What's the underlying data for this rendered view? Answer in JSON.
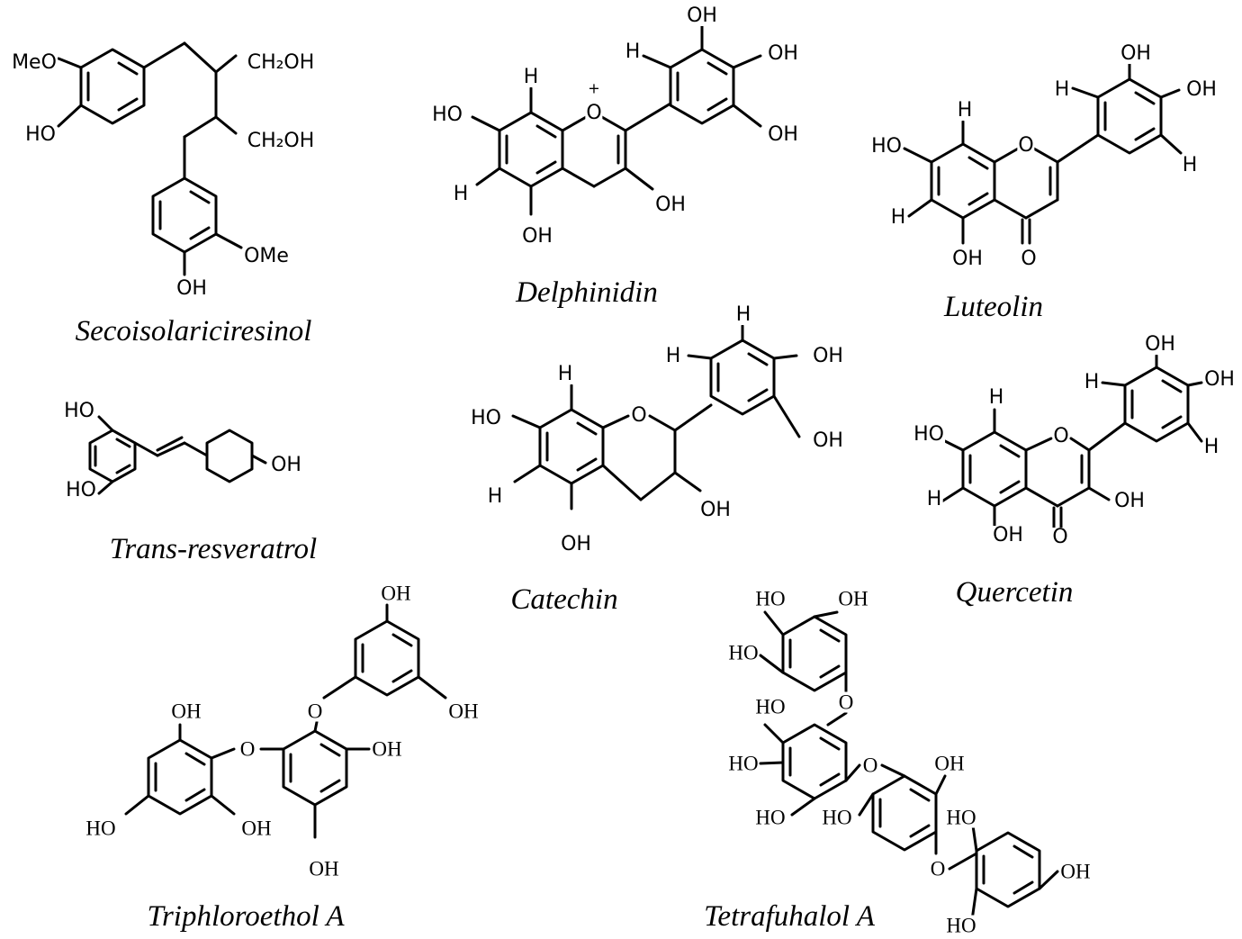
{
  "compounds": {
    "secoisolariciresinol": {
      "name": "Secoisolariciresinol",
      "labels": {
        "meo": "MeO",
        "ho": "HO",
        "ch2oh_1": "CH₂OH",
        "ch2oh_2": "CH₂OH",
        "ome": "OMe",
        "oh": "OH"
      }
    },
    "delphinidin": {
      "name": "Delphinidin",
      "labels": {
        "o_plus": "O",
        "plus": "+",
        "ho_7": "HO",
        "h_8": "H",
        "h_6": "H",
        "oh_5": "OH",
        "oh_3": "OH",
        "h_2p": "H",
        "oh_3p": "OH",
        "oh_4p": "OH",
        "oh_5p": "OH"
      }
    },
    "luteolin": {
      "name": "Luteolin",
      "labels": {
        "o_ring": "O",
        "ho_7": "HO",
        "h_8": "H",
        "h_6": "H",
        "oh_5": "OH",
        "o_4": "O",
        "h_2p": "H",
        "oh_3p": "OH",
        "oh_4p": "OH",
        "h_5p": "H"
      }
    },
    "trans_resveratrol": {
      "name": "Trans-resveratrol",
      "labels": {
        "ho_top": "HO",
        "ho_bottom": "HO",
        "oh_right": "OH"
      }
    },
    "catechin": {
      "name": "Catechin",
      "labels": {
        "o_ring": "O",
        "ho_7": "HO",
        "h_8": "H",
        "h_6": "H",
        "oh_5": "OH",
        "oh_3": "OH",
        "h_2p": "H",
        "h_top": "H",
        "oh_3p": "OH",
        "oh_4p": "OH"
      }
    },
    "quercetin": {
      "name": "Quercetin",
      "labels": {
        "o_ring": "O",
        "ho_7": "HO",
        "h_8": "H",
        "h_6": "H",
        "oh_5": "OH",
        "o_4": "O",
        "oh_3": "OH",
        "h_2p": "H",
        "oh_3p": "OH",
        "oh_4p": "OH",
        "h_5p": "H"
      }
    },
    "triphloroethol_a": {
      "name": "Triphloroethol A",
      "labels": {
        "oh_top": "OH",
        "oh_right_top": "OH",
        "o_upper": "O",
        "oh_left_top": "OH",
        "o_mid": "O",
        "oh_mid_right": "OH",
        "ho_left": "HO",
        "oh_left_bottom": "OH",
        "oh_bottom": "OH"
      }
    },
    "tetrafuhalol_a": {
      "name": "Tetrafuhalol A",
      "labels": {
        "ho_1": "HO",
        "oh_1": "OH",
        "ho_2": "HO",
        "o_1": "O",
        "ho_3": "HO",
        "ho_4": "HO",
        "ho_5": "HO",
        "o_2": "O",
        "oh_2": "OH",
        "ho_6": "HO",
        "ho_7": "HO",
        "o_3": "O",
        "oh_3": "OH",
        "ho_8": "HO"
      }
    }
  }
}
